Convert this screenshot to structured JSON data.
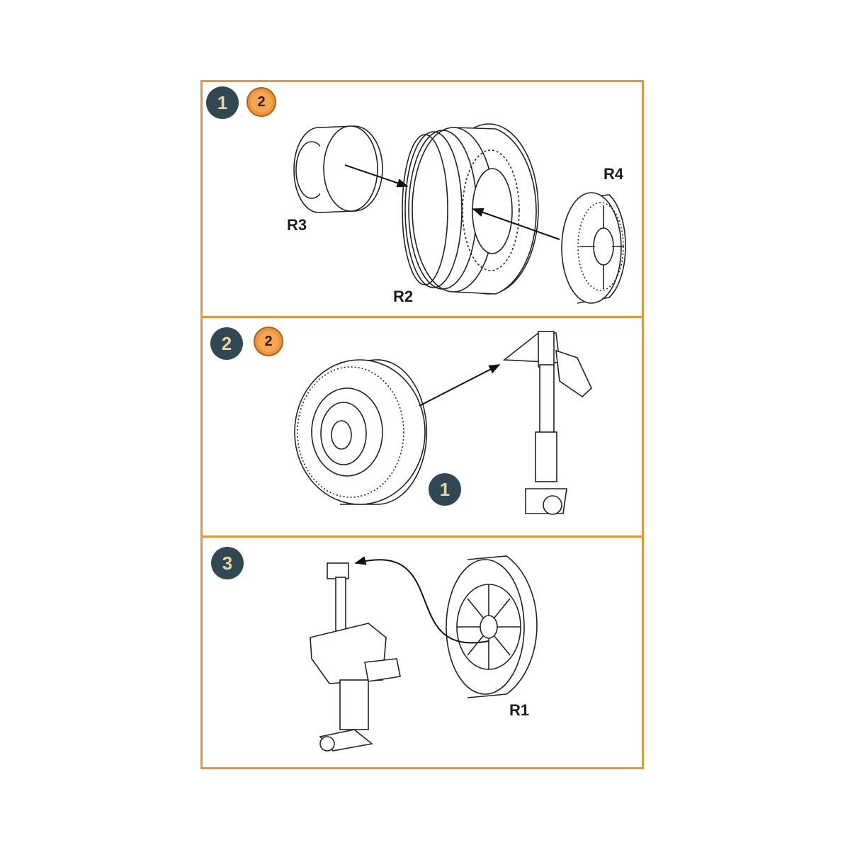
{
  "steps": [
    {
      "number": "1",
      "reference": "2"
    },
    {
      "number": "2",
      "reference": "2"
    },
    {
      "number": "3"
    }
  ],
  "parts": {
    "r3": "R3",
    "r2": "R2",
    "r4": "R4",
    "r1": "R1"
  },
  "callouts": {
    "step2_wheel_ref": "1"
  },
  "colors": {
    "frame": "#e8963a",
    "step_badge": "#2f4854",
    "step_badge_text": "#f4d39a",
    "ref_badge": "#e8963a"
  },
  "icons": [
    "arrow-icon",
    "wheel-icon",
    "tire-icon",
    "hub-icon",
    "landing-gear-strut-icon"
  ]
}
